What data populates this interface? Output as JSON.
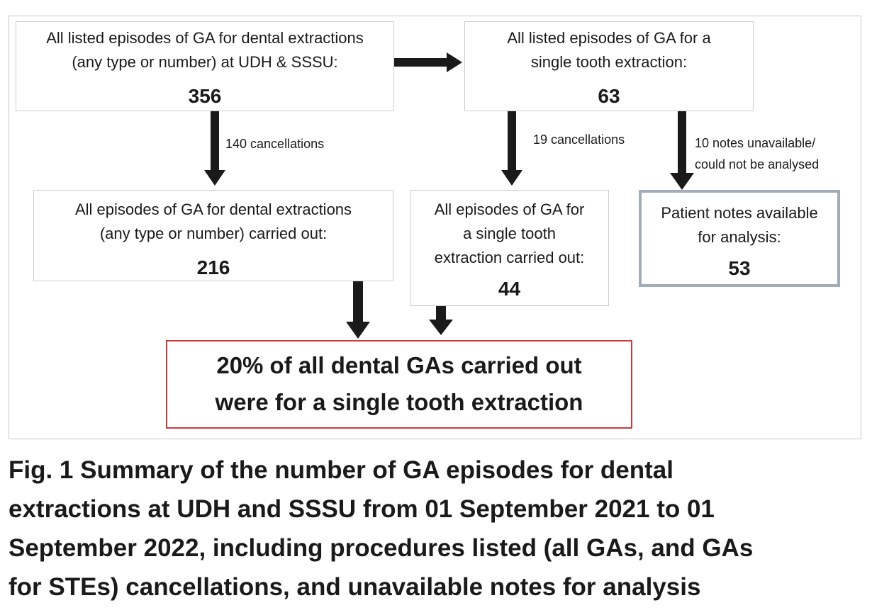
{
  "boxes": {
    "all_listed": {
      "text_line1": "All listed episodes of GA for dental extractions",
      "text_line2": "(any type or number) at UDH & SSSU:",
      "value": "356"
    },
    "single_listed": {
      "text_line1": "All listed episodes of GA for a",
      "text_line2": "single tooth extraction:",
      "value": "63"
    },
    "all_carried_out": {
      "text_line1": "All episodes of GA for dental extractions",
      "text_line2": "(any type or number) carried out:",
      "value": "216"
    },
    "single_carried_out": {
      "text_line1": "All episodes of GA for",
      "text_line2": "a single tooth",
      "text_line3": "extraction carried out:",
      "value": "44"
    },
    "notes_available": {
      "text_line1": "Patient notes available",
      "text_line2": "for analysis:",
      "value": "53"
    }
  },
  "arrow_labels": {
    "cancellations_all": "140 cancellations",
    "cancellations_single": "19 cancellations",
    "notes_unavailable_line1": "10 notes unavailable/",
    "notes_unavailable_line2": "could not be analysed"
  },
  "result": {
    "line1": "20% of all dental GAs carried out",
    "line2": "were for a single tooth extraction"
  },
  "caption": {
    "line1": "Fig. 1  Summary of the number of GA episodes for dental",
    "line2": "extractions at UDH and SSSU from 01 September 2021 to 01",
    "line3": "September 2022, including procedures listed (all GAs, and GAs",
    "line4": "for STEs) cancellations, and unavailable notes for analysis"
  },
  "colors": {
    "result_border": "#cc3a3a",
    "notes_border": "#a3acb8",
    "arrow": "#1a1a1a"
  }
}
